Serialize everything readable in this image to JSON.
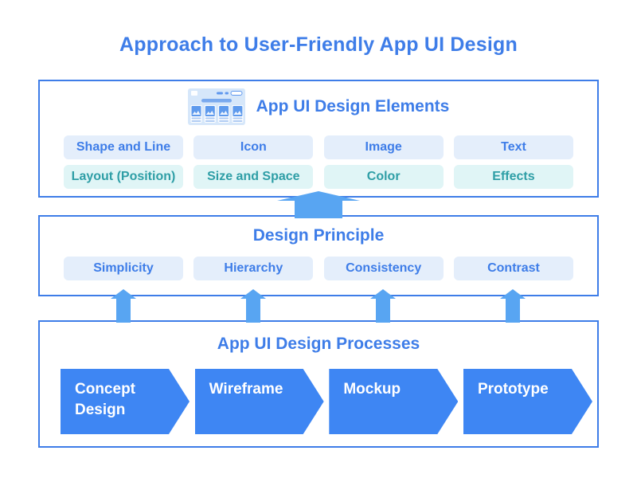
{
  "title": "Approach to User-Friendly App UI Design",
  "colors": {
    "primary_blue": "#3E7DE8",
    "chevron_blue": "#3E86F3",
    "arrow_blue": "#58A5F2",
    "pill_blue_bg": "#E4EEFB",
    "pill_teal_bg": "#E0F5F6",
    "teal_text": "#2E9EA6"
  },
  "sections": {
    "elements": {
      "heading": "App UI Design Elements",
      "icon": "browser-gallery-icon",
      "row_blue": [
        "Shape and Line",
        "Icon",
        "Image",
        "Text"
      ],
      "row_teal": [
        "Layout (Position)",
        "Size and Space",
        "Color",
        "Effects"
      ]
    },
    "principles": {
      "heading": "Design Principle",
      "items": [
        "Simplicity",
        "Hierarchy",
        "Consistency",
        "Contrast"
      ]
    },
    "processes": {
      "heading": "App UI Design Processes",
      "steps": [
        "Concept Design",
        "Wireframe",
        "Mockup",
        "Prototype"
      ]
    }
  }
}
